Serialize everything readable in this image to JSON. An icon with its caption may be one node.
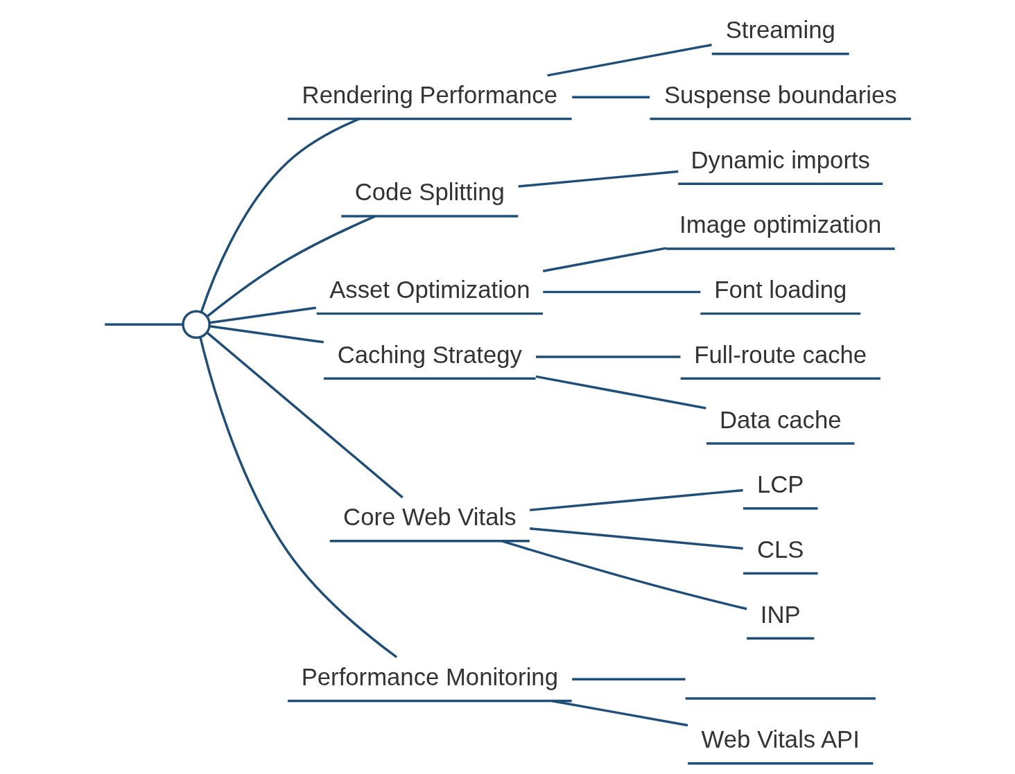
{
  "diagram": {
    "nodes": [
      {
        "text": [],
        "shape": "circle"
      },
      {
        "text": [
          "Rendering Performance"
        ]
      },
      {
        "text": [
          "Streaming"
        ]
      },
      {
        "text": [
          "Suspense boundaries"
        ]
      },
      {
        "text": [
          "Code Splitting"
        ]
      },
      {
        "text": [
          "Dynamic imports"
        ]
      },
      {
        "text": [
          "Asset Optimization"
        ]
      },
      {
        "text": [
          "Image optimization"
        ]
      },
      {
        "text": [
          "Font loading"
        ]
      },
      {
        "text": [
          "Caching Strategy"
        ]
      },
      {
        "text": [
          "Full-route cache"
        ]
      },
      {
        "text": [
          "Data cache"
        ]
      },
      {
        "text": [
          "Core Web Vitals"
        ]
      },
      {
        "text": [
          "LCP"
        ]
      },
      {
        "text": [
          "CLS"
        ]
      },
      {
        "text": [
          "INP"
        ]
      },
      {
        "text": [
          "Performance Monitoring"
        ]
      },
      {
        "text": [],
        "shape": "bar"
      },
      {
        "text": [
          "Web Vitals API"
        ]
      }
    ],
    "edges": [
      {
        "from": null,
        "to": 0,
        "arrow": "none"
      },
      {
        "from": 0,
        "to": 1,
        "arrow": "none"
      },
      {
        "from": 0,
        "to": 4,
        "arrow": "none"
      },
      {
        "from": 0,
        "to": 6,
        "arrow": "none"
      },
      {
        "from": 0,
        "to": 9,
        "arrow": "none"
      },
      {
        "from": 0,
        "to": 12,
        "arrow": "none"
      },
      {
        "from": 0,
        "to": 16,
        "arrow": "none"
      },
      {
        "from": 1,
        "to": 2,
        "arrow": "none"
      },
      {
        "from": 1,
        "to": 3,
        "arrow": "none"
      },
      {
        "from": 4,
        "to": 5,
        "arrow": "none"
      },
      {
        "from": 6,
        "to": 7,
        "arrow": "none"
      },
      {
        "from": 6,
        "to": 8,
        "arrow": "none"
      },
      {
        "from": 9,
        "to": 10,
        "arrow": "none"
      },
      {
        "from": 9,
        "to": 11,
        "arrow": "none"
      },
      {
        "from": 12,
        "to": 13,
        "arrow": "none"
      },
      {
        "from": 12,
        "to": 14,
        "arrow": "none"
      },
      {
        "from": 12,
        "to": 15,
        "arrow": "none"
      },
      {
        "from": 16,
        "to": 17,
        "arrow": "none"
      },
      {
        "from": 16,
        "to": 18,
        "arrow": "none"
      }
    ]
  }
}
